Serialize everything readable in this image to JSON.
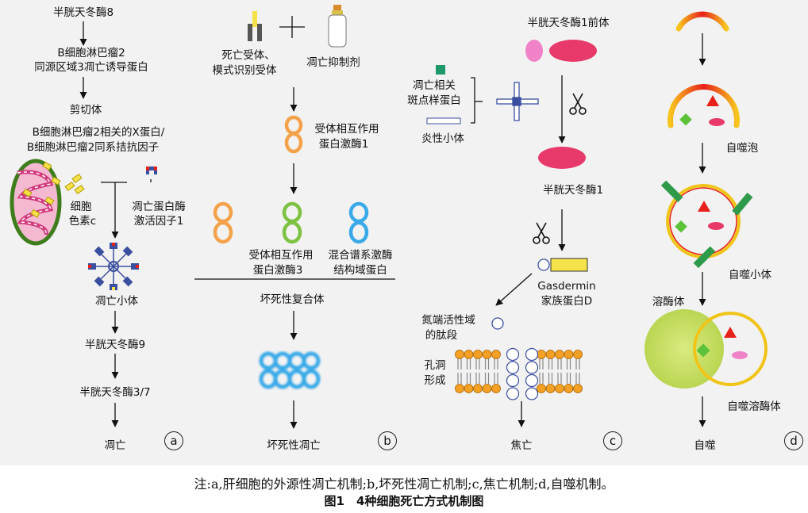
{
  "panel_a": {
    "caspase8": "半胱天冬酶8",
    "bid_line1": "B细胞淋巴瘤2",
    "bid_line2": "同源区域3凋亡诱导蛋白",
    "cleaved": "剪切体",
    "bcl_line1": "B细胞淋巴瘤2相关的X蛋白/",
    "bcl_line2": "B细胞淋巴瘤2同系拮抗因子",
    "cytc_line1": "细胞",
    "cytc_line2": "色素c",
    "apaf_line1": "凋亡蛋白酶",
    "apaf_line2": "激活因子1",
    "apoptosome": "凋亡小体",
    "caspase9": "半胱天冬酶9",
    "caspase37": "半胱天冬酶3/7",
    "result": "凋亡",
    "marker": "a"
  },
  "panel_b": {
    "receptor_line1": "死亡受体、",
    "receptor_line2": "模式识别受体",
    "inhibitor": "凋亡抑制剂",
    "ripk1_line1": "受体相互作用",
    "ripk1_line2": "蛋白激酶1",
    "ripk3_line1": "受体相互作用",
    "ripk3_line2": "蛋白激酶3",
    "mlkl_line1": "混合谱系激酶",
    "mlkl_line2": "结构域蛋白",
    "complex": "坏死性复合体",
    "result": "坏死性凋亡",
    "marker": "b"
  },
  "panel_c": {
    "precursor": "半胱天冬酶1前体",
    "asc_line1": "凋亡相关",
    "asc_line2": "斑点样蛋白",
    "inflammasome": "炎性小体",
    "caspase1": "半胱天冬酶1",
    "gsdmd_line1": "Gasdermin",
    "gsdmd_line2": "家族蛋白D",
    "nterm_line1": "氮端活性域",
    "nterm_line2": "的肽段",
    "pore_line1": "孔洞",
    "pore_line2": "形成",
    "result": "焦亡",
    "marker": "c"
  },
  "panel_d": {
    "autophagosome_pre": "自噬泡",
    "autophagosome": "自噬小体",
    "lysosome": "溶酶体",
    "autolysosome": "自噬溶酶体",
    "result": "自噬",
    "marker": "d"
  },
  "caption": "注:a,肝细胞的外源性凋亡机制;b,坏死性凋亡机制;c,焦亡机制;d,自噬机制。",
  "figure_title": "图1　4种细胞死亡方式机制图",
  "colors": {
    "orange": "#f4a24a",
    "green": "#7dc242",
    "blue": "#39a9e8",
    "pink": "#e83a6a",
    "red": "#e8201a",
    "lysosome": "#c9e06a"
  }
}
